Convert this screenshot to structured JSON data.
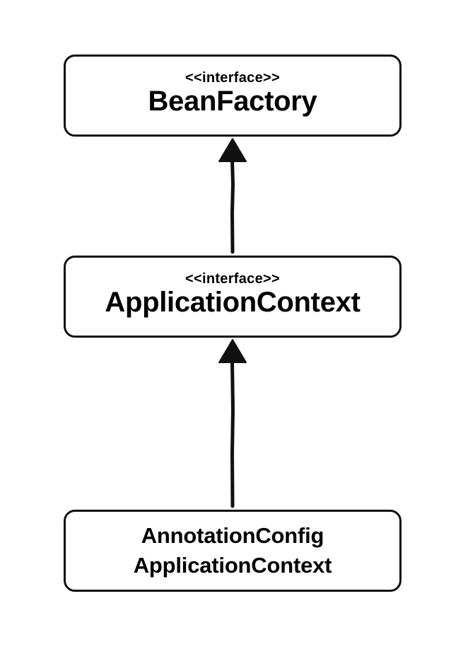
{
  "nodes": {
    "bean_factory": {
      "stereotype": "<<interface>>",
      "name": "BeanFactory"
    },
    "application_context": {
      "stereotype": "<<interface>>",
      "name": "ApplicationContext"
    },
    "annotation_config_application_context": {
      "name_line1": "AnnotationConfig",
      "name_line2": "ApplicationContext"
    }
  },
  "edges": [
    {
      "from": "application_context",
      "to": "bean_factory",
      "type": "inheritance-arrow"
    },
    {
      "from": "annotation_config_application_context",
      "to": "application_context",
      "type": "inheritance-arrow"
    }
  ],
  "colors": {
    "stroke": "#111111",
    "background": "#ffffff"
  }
}
